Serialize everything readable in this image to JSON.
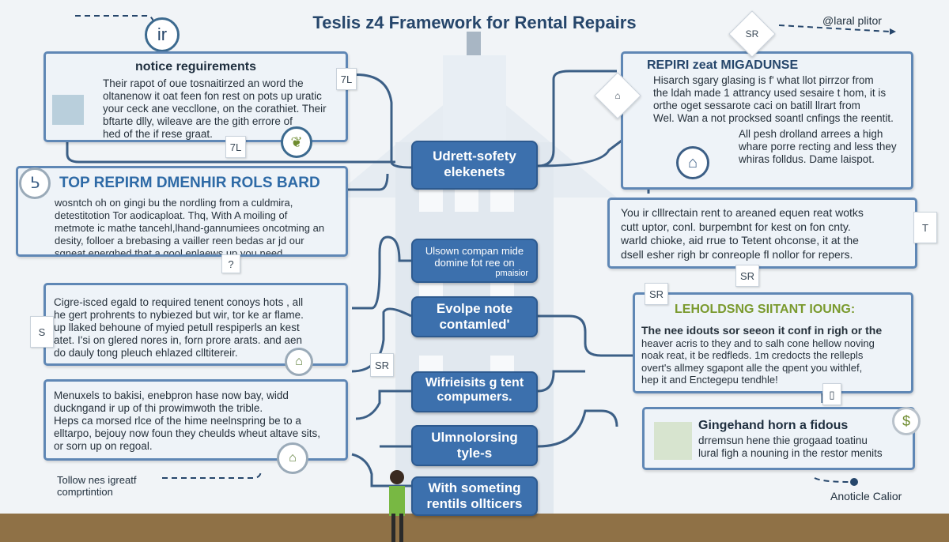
{
  "title": "Teslis z4 Framework for Rental Repairs",
  "corner_note_right": "@laral plitor",
  "footer_left": {
    "line1": "Tollow nes igreatf",
    "line2": "comprtintion"
  },
  "footer_right": "Anoticle Calior",
  "top_circle_icon": "ir",
  "left_boxes": [
    {
      "heading": "notice reguirements",
      "body": [
        "Their rapot of oue tosnaitirzed an word the",
        "oltanenow it oat feen fon rest on pots up uratic",
        "your ceck ane veccllone, on the corathiet. Their",
        "bftarte dlly, wileave are the gith errore of",
        "hed of the if rese graat."
      ],
      "tag_top": "7L",
      "tag_bottom": "7L"
    },
    {
      "heading": "TOP REPIRM DMENHIR ROLS BARD",
      "body": [
        "wosntch oh on gingi bu the nordling from a culdmira,",
        "detestitotion Tor aodicaploat. Thq, With A moiling of",
        "metmote ic mathe tancehl,lhand-gannumiees oncotming an",
        "desity, folloer a brebasing a vailler reen bedas ar jd our",
        "sgneat enerqhed that a gool enlaews up you need."
      ],
      "tag_bottom": "?"
    },
    {
      "body": [
        "Cigre-isced egald to required tenent conoys hots , all",
        "he gert prohrents to nybiezed but wir, tor ke ar flame.",
        "up llaked behoune of myied petull respiperls an kest",
        "atet. I'si on glered nores in, forn prore arats. and aen",
        "do dauly tong pleuch ehlazed clltitereir."
      ],
      "tag_side": "S"
    },
    {
      "heading_lead": "Menuxels",
      "body": [
        "Menuxels to bakisi, enebpron hase now bay, widd",
        "duckngand ir up of thi prowimwoth the trible.",
        "Heps ca morsed rlce of the hime neelnspring be to a",
        "elltarpo, bejouy now foun they cheulds wheut altave sits,",
        "or sorn up on regoal."
      ]
    }
  ],
  "right_boxes": [
    {
      "heading": "REPIRI zeat MIGADUNSE",
      "body": [
        "Hisarch sgary glasing is f' what llot pirrzor from",
        "the ldah made 1 attrancy used sesaire t hom, it is",
        "orthe oget sessarote caci on batill llrart from",
        "Wel. Wan a not procksed soantl cnfings the reentit."
      ],
      "body2": [
        "All pesh drolland arrees a high",
        "whare porre recting and less they",
        "whiras folldus. Dame laispot."
      ]
    },
    {
      "body": [
        "You ir clllrectain rent to areaned equen reat wotks",
        "cutt uptor, conl. burpembnt for kest on fon cnty.",
        "warld chioke, aid rrue to Tetent ohconse, it at the",
        "dsell esher righ br conreople fl nollor for repers."
      ],
      "tag": "T"
    },
    {
      "heading": "LEHOLDSNG SIITANT IOUNG:",
      "body": [
        "The nee idouts sor seeon it conf in righ or the",
        "heaver acris to they and to salh cone hellow noving",
        "noak reat, it be redfleds. 1m credocts the rellepls",
        "overt's allmey sgapont alle the qpent you withlef,",
        "hep it and Enctegepu tendhle!"
      ]
    },
    {
      "heading": "Gingehand horn a fidous",
      "body": [
        "drremsun hene thie grogaad toatinu",
        "lural figh a nouning in the restor menits"
      ]
    }
  ],
  "pills": [
    {
      "line1": "Udrett-sofety",
      "line2": "elekenets"
    },
    {
      "line1": "Ulsown compan mide",
      "line2": "domine fot ree on",
      "line3": "pmaisior"
    },
    {
      "line1": "Evolpe note",
      "line2": "contamled'"
    },
    {
      "line1": "Wifrieisits g tent",
      "line2": "compumers."
    },
    {
      "line1": "Ulmnolorsing",
      "line2": "tyle-s"
    },
    {
      "line1": "With someting",
      "line2": "rentils ollticers"
    }
  ],
  "mid_tags": {
    "sr_left": "SR",
    "sr_right": "SR",
    "sr_right2": "SR",
    "diamond_top": "SR"
  },
  "colors": {
    "accent": "#3c70ad",
    "green": "#7a9a2e",
    "box_border": "#5f87b5",
    "ground": "#8f7146"
  }
}
